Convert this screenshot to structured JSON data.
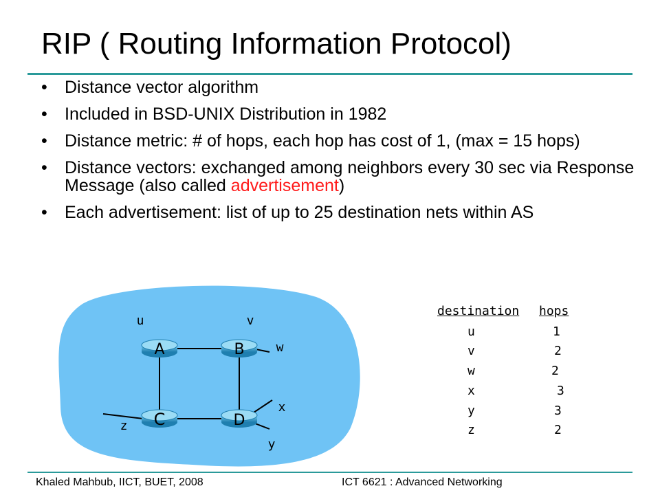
{
  "title": "RIP ( Routing Information Protocol)",
  "bullet_symbol": "•",
  "bullets": [
    {
      "text": "Distance vector algorithm"
    },
    {
      "text": "Included in BSD-UNIX Distribution in 1982"
    },
    {
      "text": "Distance metric: # of hops, each hop has cost of 1, (max = 15 hops)"
    },
    {
      "text_before": "Distance vectors: exchanged among neighbors every 30 sec via Response Message (also called ",
      "highlight": "advertisement",
      "text_after": ")"
    },
    {
      "text": "Each advertisement: list of up to 25 destination nets within AS"
    }
  ],
  "diagram": {
    "routers": [
      "A",
      "B",
      "C",
      "D"
    ],
    "subnets": [
      "u",
      "v",
      "w",
      "x",
      "y",
      "z"
    ]
  },
  "table": {
    "headers": [
      "destination",
      "hops"
    ],
    "rows": [
      {
        "dest": "u",
        "hops": "1"
      },
      {
        "dest": "v",
        "hops": "2"
      },
      {
        "dest": "w",
        "hops": "2"
      },
      {
        "dest": "x",
        "hops": "3"
      },
      {
        "dest": "y",
        "hops": "3"
      },
      {
        "dest": "z",
        "hops": "2"
      }
    ]
  },
  "footer": {
    "left": "Khaled Mahbub, IICT, BUET, 2008",
    "right": "ICT 6621 : Advanced Networking"
  },
  "colors": {
    "accent_rule": "#2a9a9a",
    "highlight": "#ff1a1a",
    "network_blob": "#6fc3f5",
    "router_body": "#3aa6d6"
  }
}
